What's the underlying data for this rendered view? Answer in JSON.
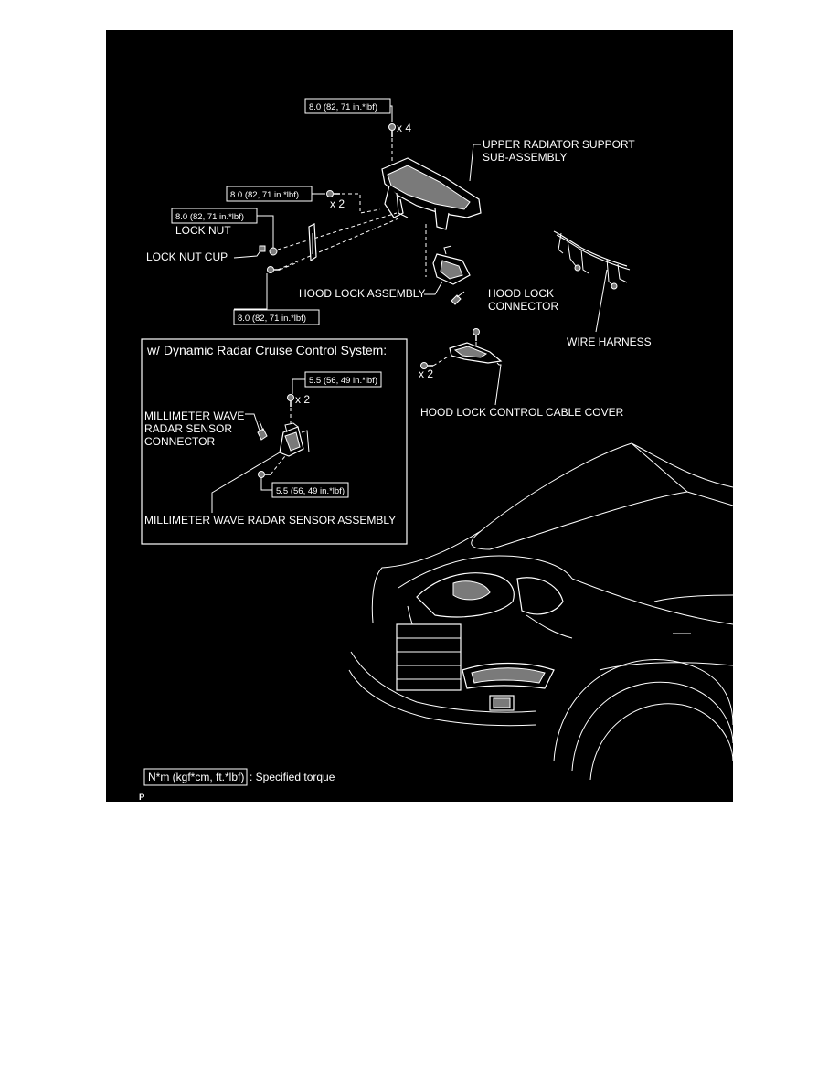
{
  "diagram": {
    "torque_upper": "8.0 (82, 71 in.*lbf)",
    "qty_x4": "x 4",
    "torque_side": "8.0 (82, 71 in.*lbf)",
    "qty_x2_side": "x 2",
    "torque_locknut": "8.0 (82, 71 in.*lbf)",
    "label_lock_nut": "LOCK NUT",
    "label_lock_nut_cup": "LOCK NUT CUP",
    "torque_lower": "8.0 (82, 71 in.*lbf)",
    "label_upper_support_1": "UPPER RADIATOR SUPPORT",
    "label_upper_support_2": "SUB-ASSEMBLY",
    "label_hood_lock_assembly": "HOOD LOCK ASSEMBLY",
    "label_hood_lock_connector_1": "HOOD LOCK",
    "label_hood_lock_connector_2": "CONNECTOR",
    "label_wire_harness": "WIRE HARNESS",
    "qty_x2_cover": "x 2",
    "label_cable_cover": "HOOD LOCK CONTROL CABLE COVER",
    "inset_title": "w/ Dynamic Radar Cruise Control System:",
    "inset_torque_top": "5.5 (56, 49 in.*lbf)",
    "inset_qty_x2": "x 2",
    "inset_connector_1": "MILLIMETER WAVE",
    "inset_connector_2": "RADAR SENSOR",
    "inset_connector_3": "CONNECTOR",
    "inset_torque_bottom": "5.5 (56, 49 in.*lbf)",
    "inset_sensor_assembly": "MILLIMETER WAVE RADAR SENSOR ASSEMBLY",
    "legend_box": "N*m (kgf*cm, ft.*lbf)",
    "legend_text": ": Specified torque",
    "corner_code": "P"
  }
}
